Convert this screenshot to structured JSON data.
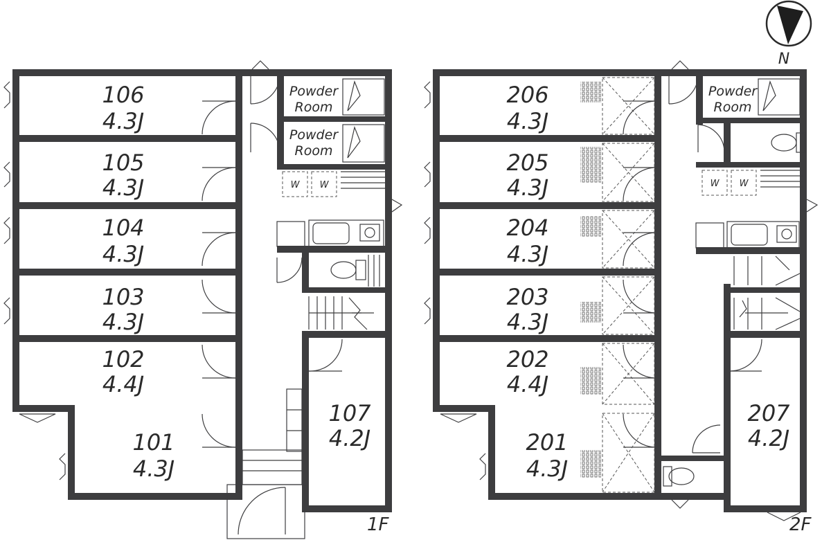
{
  "floors": [
    {
      "label": "1F",
      "rooms": [
        {
          "name": "106",
          "size": "4.3J"
        },
        {
          "name": "105",
          "size": "4.3J"
        },
        {
          "name": "104",
          "size": "4.3J"
        },
        {
          "name": "103",
          "size": "4.3J"
        },
        {
          "name": "102",
          "size": "4.4J"
        },
        {
          "name": "101",
          "size": "4.3J"
        },
        {
          "name": "107",
          "size": "4.2J"
        }
      ],
      "powder_rooms": [
        {
          "line1": "Powder",
          "line2": "Room"
        },
        {
          "line1": "Powder",
          "line2": "Room"
        }
      ],
      "washers": [
        "W",
        "W"
      ]
    },
    {
      "label": "2F",
      "rooms": [
        {
          "name": "206",
          "size": "4.3J"
        },
        {
          "name": "205",
          "size": "4.3J"
        },
        {
          "name": "204",
          "size": "4.3J"
        },
        {
          "name": "203",
          "size": "4.3J"
        },
        {
          "name": "202",
          "size": "4.4J"
        },
        {
          "name": "201",
          "size": "4.3J"
        },
        {
          "name": "207",
          "size": "4.2J"
        }
      ],
      "powder_rooms": [
        {
          "line1": "Powder",
          "line2": "Room"
        }
      ],
      "washers": [
        "W",
        "W"
      ]
    }
  ],
  "compass": {
    "label": "N"
  }
}
